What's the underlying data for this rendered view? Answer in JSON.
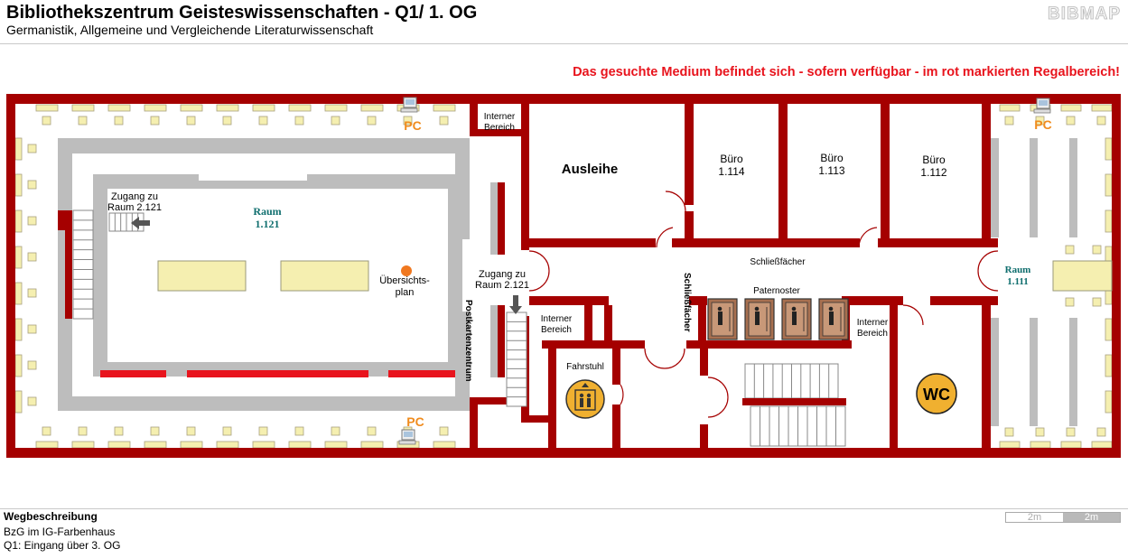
{
  "header": {
    "title": "Bibliothekszentrum Geisteswissenschaften - Q1/ 1. OG",
    "subtitle": "Germanistik, Allgemeine und Vergleichende Literaturwissenschaft",
    "logo": "BIBMAP"
  },
  "notice": "Das gesuchte Medium befindet sich - sofern verfügbar -  im rot markierten Regalbereich!",
  "colors": {
    "wall": "#a50000",
    "highlight_shelf": "#e8141d",
    "inner_wall": "#bdbdbd",
    "desk": "#f5efb0",
    "pc_label": "#f08c1e",
    "room_label": "#0f6e6e",
    "elevator_box": "#a87050",
    "marker": "#f07820"
  },
  "map": {
    "labels": {
      "zugang_2121_left_1": "Zugang zu",
      "zugang_2121_left_2": "Raum 2.121",
      "raum_1121_1": "Raum",
      "raum_1121_2": "1.121",
      "uebersicht_1": "Übersichts-",
      "uebersicht_2": "plan",
      "postkarten": "Postkartenzentrum",
      "zugang_2121_right_1": "Zugang zu",
      "zugang_2121_right_2": "Raum 2.121",
      "interner_top_1": "Interner",
      "interner_top_2": "Bereich",
      "ausleihe": "Ausleihe",
      "buero_1114_1": "Büro",
      "buero_1114_2": "1.114",
      "buero_1113_1": "Büro",
      "buero_1113_2": "1.113",
      "buero_1112_1": "Büro",
      "buero_1112_2": "1.112",
      "schliessfaecher_h": "Schließfächer",
      "schliessfaecher_v": "Schließfächer",
      "paternoster": "Paternoster",
      "interner_left_1": "Interner",
      "interner_left_2": "Bereich",
      "interner_right_1": "Interner",
      "interner_right_2": "Bereich",
      "fahrstuhl": "Fahrstuhl",
      "wc": "WC",
      "raum_1111_1": "Raum",
      "raum_1111_2": "1.111",
      "pc_top_left": "PC",
      "pc_top_right": "PC",
      "pc_bottom": "PC"
    },
    "icons": [
      "computer-icon",
      "elevator-icon",
      "wc-icon",
      "arrow-left-icon",
      "arrow-down-icon",
      "paternoster-icon"
    ]
  },
  "footer": {
    "route_heading": "Wegbeschreibung",
    "route_line1": "BzG im IG-Farbenhaus",
    "route_line2": "Q1: Eingang über 3. OG",
    "scale_left": "2m",
    "scale_right": "2m"
  }
}
